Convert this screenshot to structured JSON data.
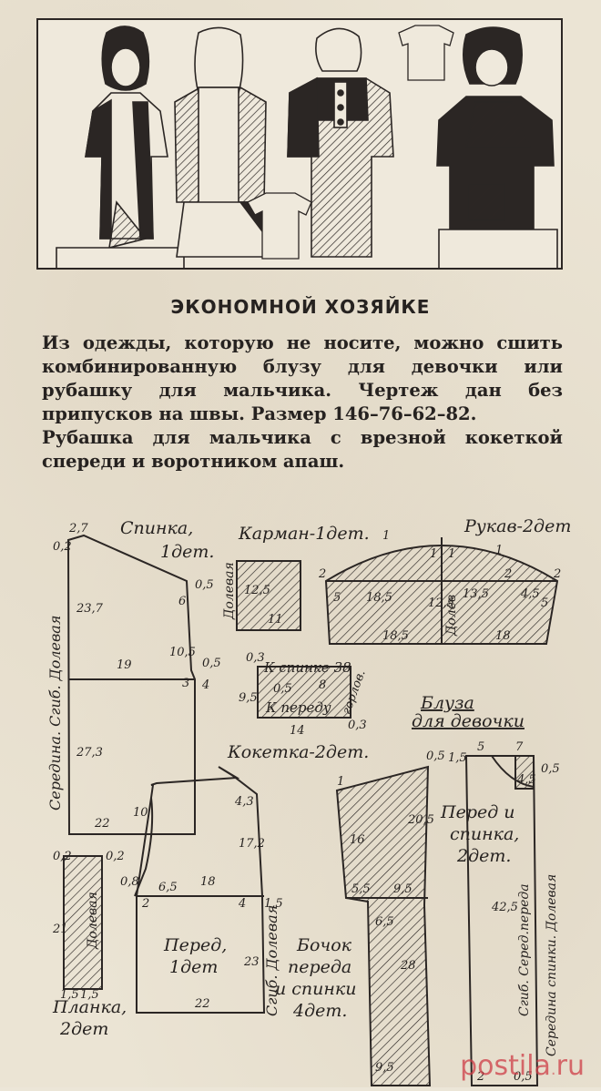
{
  "headline": "ЭКОНОМНОЙ ХОЗЯЙКЕ",
  "paragraphs": [
    "Из одежды, которую не носите, можно сшить комбинированную блузу для девочки или рубашку для мальчика. Чертеж дан без припусков на швы. Размер 146–76–62–82.",
    "Рубашка для мальчика с врезной кокеткой спереди и воротником апаш."
  ],
  "labels": {
    "back": "Спинка,",
    "back_count": "1дет.",
    "pocket": "Карман-1дет.",
    "sleeve": "Рукав-2дет",
    "yoke": "Кокетка-2дет.",
    "to_back": "К спинке 38",
    "to_front": "К переду",
    "collar": "горлов.",
    "blouse": "Блуза",
    "blouse_for": "для девочки",
    "front_back": "Перед и",
    "front_back2": "спинка,",
    "front_back_count": "2дет.",
    "front": "Перед,",
    "front_count": "1дет",
    "side": "Бочок",
    "side2": "переда",
    "side3": "и спинки",
    "side_count": "4дет.",
    "placket": "Планка,",
    "placket_count": "2дет",
    "grain": "Долевая",
    "fold_center": "Середина. Сгиб. Долевая",
    "fold_front": "Сгиб. Долевая",
    "fold_blouse": "Сгиб. Серед.переда",
    "fold_blouse_back": "Середина спинки. Долевая",
    "sleeve_grain": "Долев"
  },
  "dimensions": {
    "back": [
      "2,7",
      "0,2",
      "23,7",
      "0,5",
      "6",
      "19",
      "10,5",
      "0,5",
      "3",
      "4",
      "27,3",
      "22",
      "10"
    ],
    "pocket": [
      "12,5",
      "11"
    ],
    "sleeve": [
      "2",
      "1",
      "1",
      "1",
      "1",
      "2",
      "2",
      "5",
      "18,5",
      "12,5",
      "13,5",
      "4,5",
      "5",
      "18,5",
      "18"
    ],
    "yoke": [
      "0,3",
      "0,5",
      "8",
      "9,5",
      "14",
      "0,3"
    ],
    "front": [
      "4,3",
      "17,2",
      "6,5",
      "18",
      "0,8",
      "2",
      "4",
      "1,5",
      "23",
      "22"
    ],
    "placket": [
      "0,2",
      "0,2",
      "21",
      "1,5",
      "1,5"
    ],
    "side": [
      "1",
      "0,5",
      "16",
      "20,5",
      "5,5",
      "9,5",
      "6,5",
      "28",
      "9,5"
    ],
    "blouse": [
      "1,5",
      "5",
      "7",
      "4,5",
      "0,5",
      "42,5",
      "2",
      "0,5"
    ]
  },
  "watermark": {
    "text": "postila",
    "suffix": "ru"
  }
}
